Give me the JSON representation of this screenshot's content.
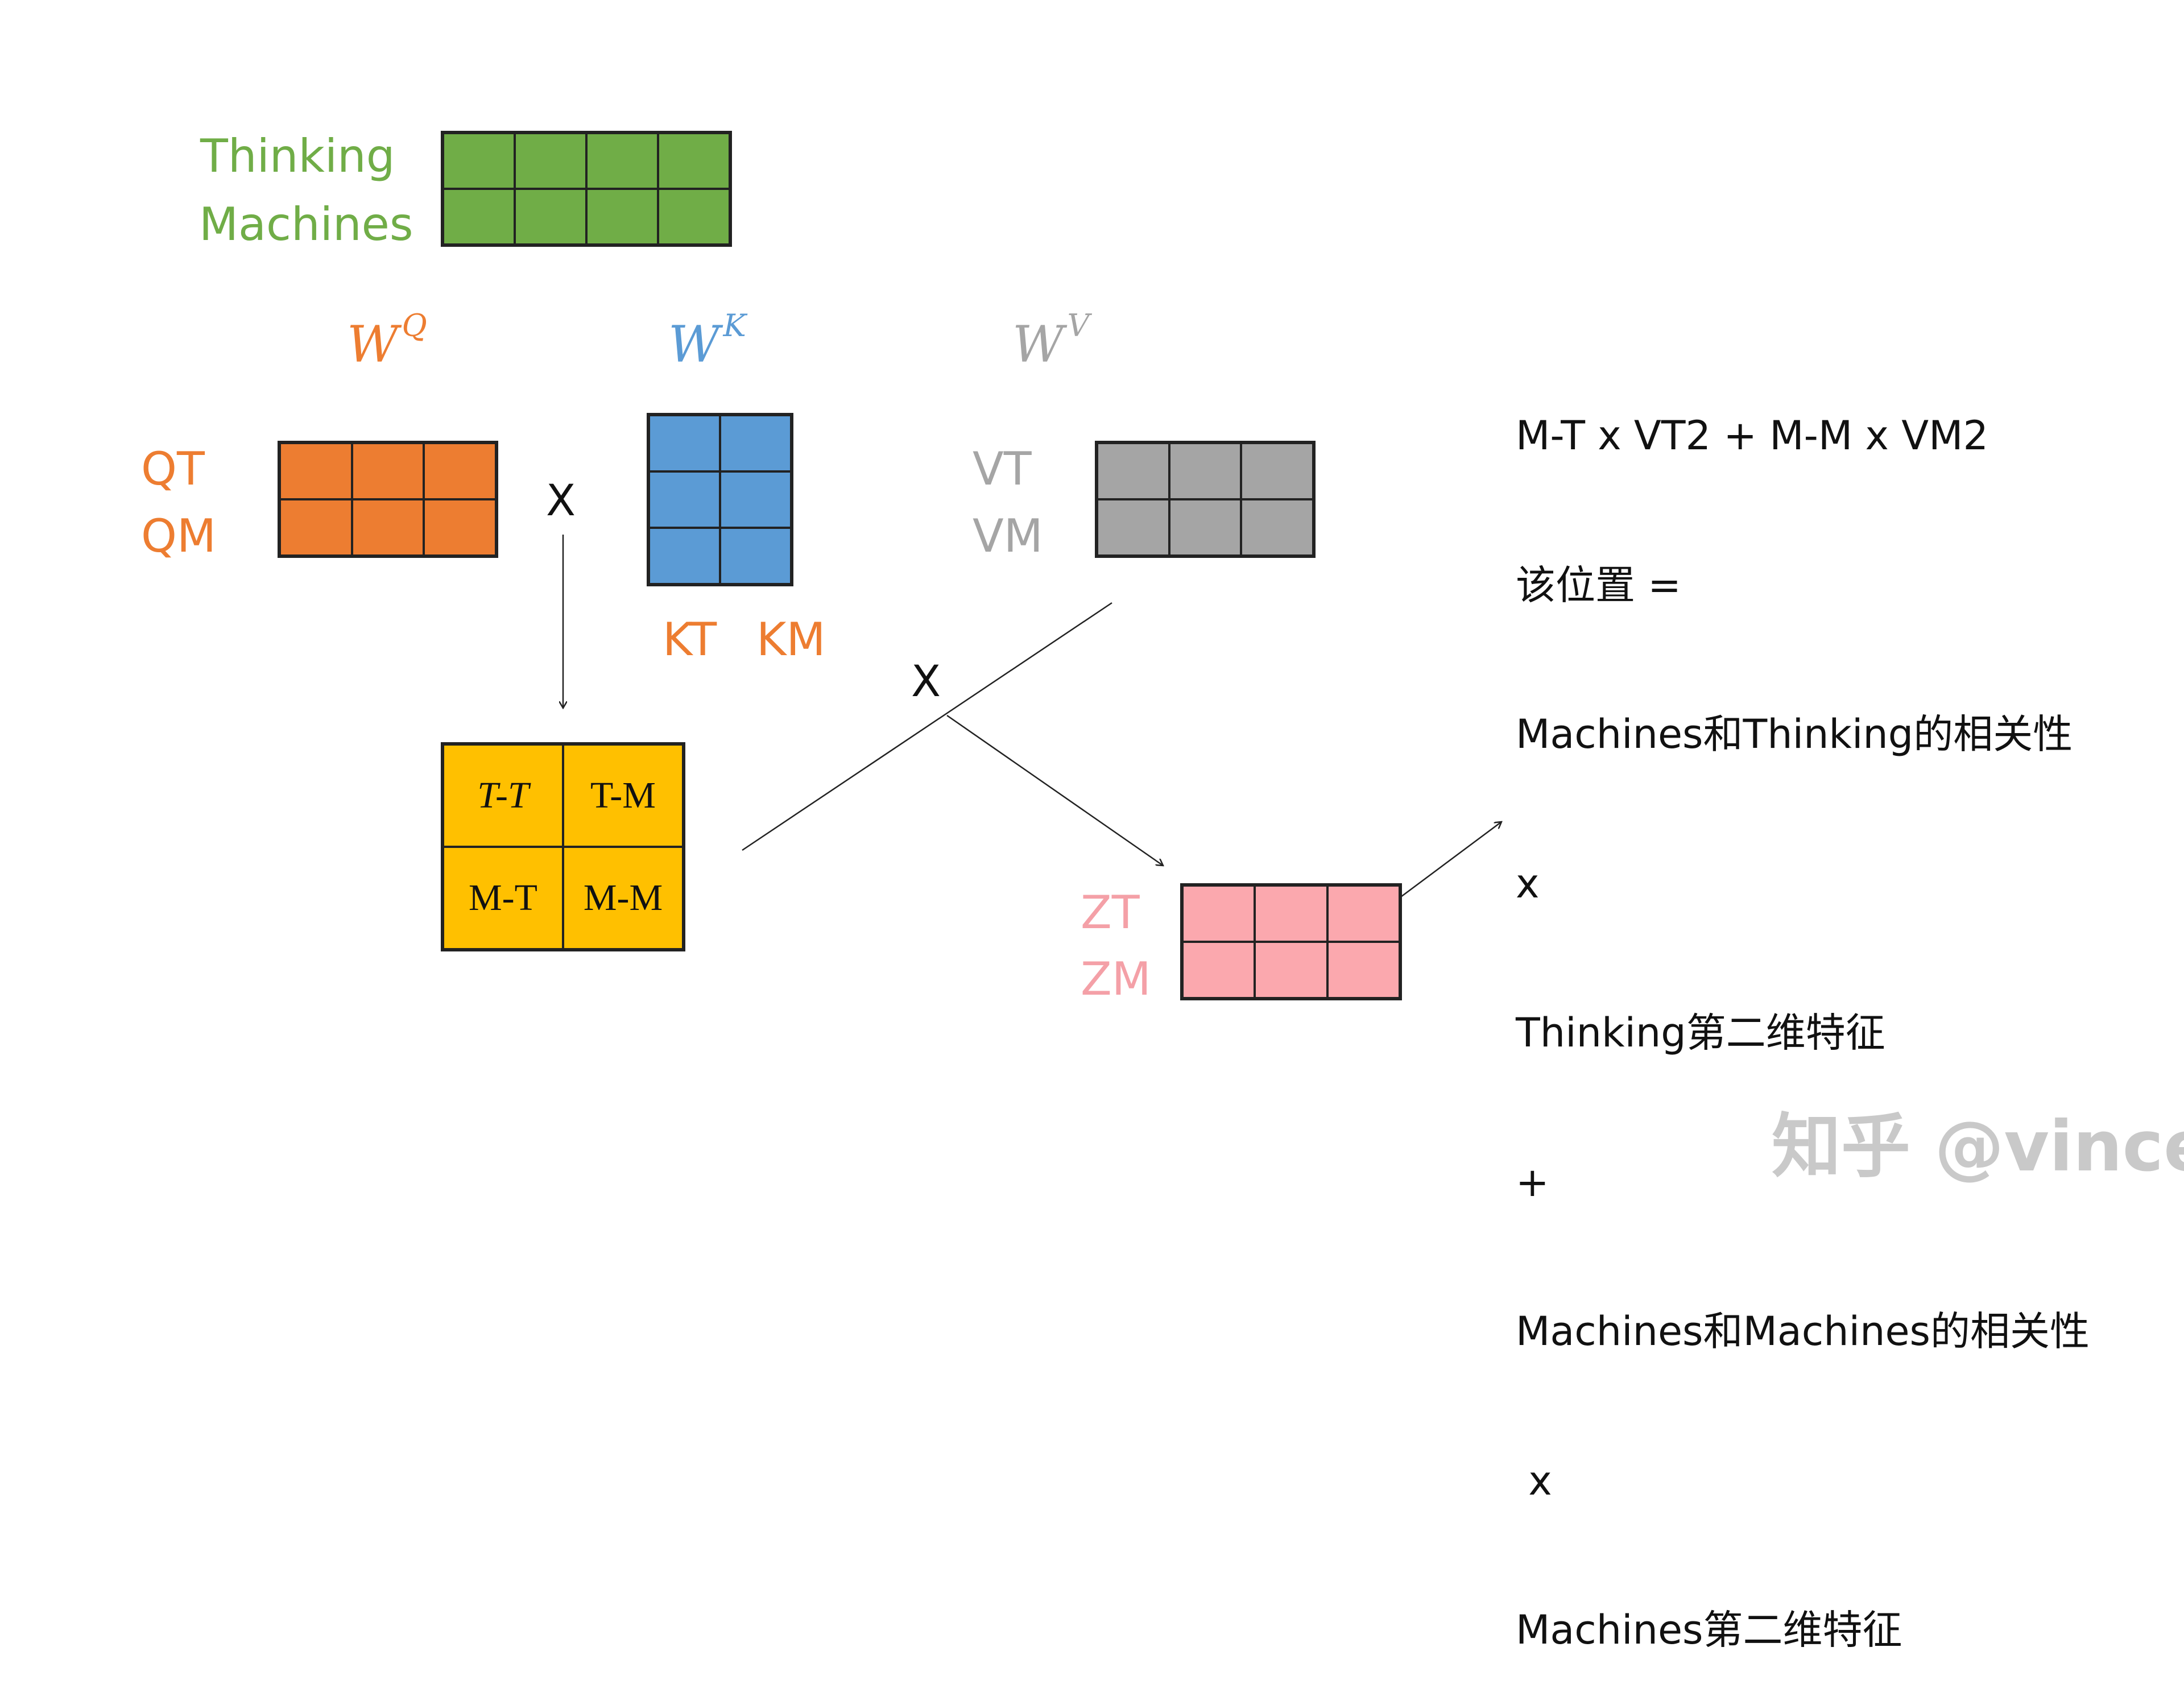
{
  "labels": {
    "input_row1": "Thinking",
    "input_row2": "Machines",
    "wq_base": "W",
    "wq_sup": "Q",
    "wk_base": "W",
    "wk_sup": "K",
    "wv_base": "W",
    "wv_sup": "V",
    "q_row1": "QT",
    "q_row2": "QM",
    "v_row1": "VT",
    "v_row2": "VM",
    "k_col1": "KT",
    "k_col2": "KM",
    "z_row1": "ZT",
    "z_row2": "ZM",
    "times1": "X",
    "times2": "X"
  },
  "score_matrix": {
    "cells": [
      "T-T",
      "T-M",
      "M-T",
      "M-M"
    ]
  },
  "colors": {
    "input": "#70ad47",
    "query": "#ed7d31",
    "key": "#5b9bd5",
    "value": "#a5a5a5",
    "output": "#fba8ae",
    "score": "#ffc000"
  },
  "explanation": {
    "lines": [
      "M-T x VT2 + M-M x VM2",
      "该位置 =",
      "Machines和Thinking的相关性",
      "x",
      "Thinking第二维特征",
      "+",
      "Machines和Machines的相关性",
      " x",
      "Machines第二维特征"
    ]
  },
  "watermark": "知乎 @vince"
}
